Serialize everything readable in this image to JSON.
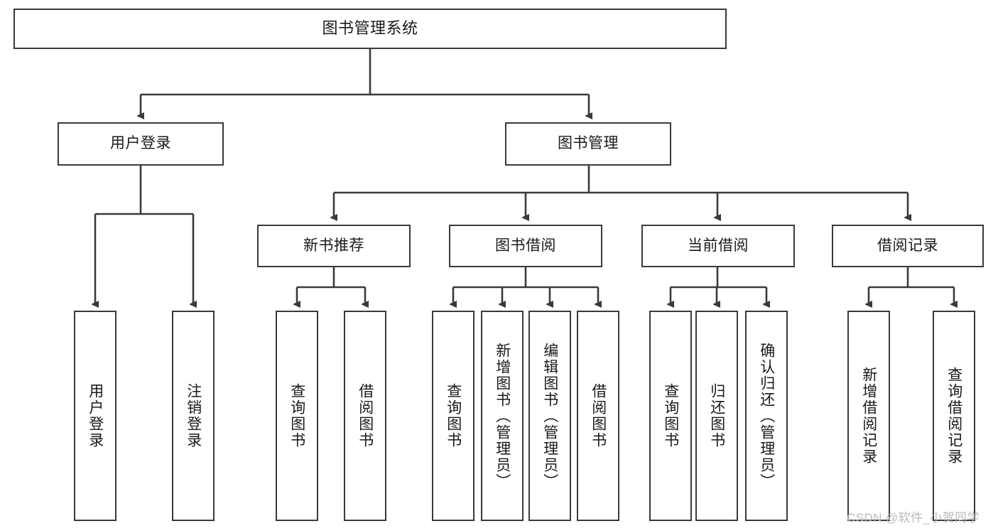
{
  "diagram": {
    "title_node": {
      "label": "图书管理系统"
    },
    "level2": [
      {
        "id": "user-login",
        "label": "用户登录"
      },
      {
        "id": "book-management",
        "label": "图书管理"
      }
    ],
    "level3": [
      {
        "id": "new-book-recommend",
        "label": "新书推荐"
      },
      {
        "id": "book-borrow",
        "label": "图书借阅"
      },
      {
        "id": "current-borrow",
        "label": "当前借阅"
      },
      {
        "id": "borrow-record",
        "label": "借阅记录"
      }
    ],
    "leaves": {
      "user_login": [
        {
          "id": "leaf-user-login",
          "label": "用户登录"
        },
        {
          "id": "leaf-logout-login",
          "label": "注销登录"
        }
      ],
      "new_book_recommend": [
        {
          "id": "leaf-query-book-1",
          "label": "查询图书"
        },
        {
          "id": "leaf-borrow-book-1",
          "label": "借阅图书"
        }
      ],
      "book_borrow": [
        {
          "id": "leaf-query-book-2",
          "label": "查询图书"
        },
        {
          "id": "leaf-add-book-admin",
          "label": "新增图书（管理员）"
        },
        {
          "id": "leaf-edit-book-admin",
          "label": "编辑图书（管理员）"
        },
        {
          "id": "leaf-borrow-book-2",
          "label": "借阅图书"
        }
      ],
      "current_borrow": [
        {
          "id": "leaf-query-book-3",
          "label": "查询图书"
        },
        {
          "id": "leaf-return-book",
          "label": "归还图书"
        },
        {
          "id": "leaf-confirm-return-admin",
          "label": "确认归还（管理员）"
        }
      ],
      "borrow_record": [
        {
          "id": "leaf-add-borrow-record",
          "label": "新增借阅记录"
        },
        {
          "id": "leaf-query-borrow-record",
          "label": "查询借阅记录"
        }
      ]
    },
    "watermark": {
      "text": "CSDN @软件_小贺同学"
    },
    "colors": {
      "node_border": "#3a3a3a",
      "node_fill": "#ffffff",
      "edge": "#3a3a3a",
      "text": "#1a1a1a",
      "watermark": "#b9b9b9",
      "background": "#ffffff"
    }
  }
}
